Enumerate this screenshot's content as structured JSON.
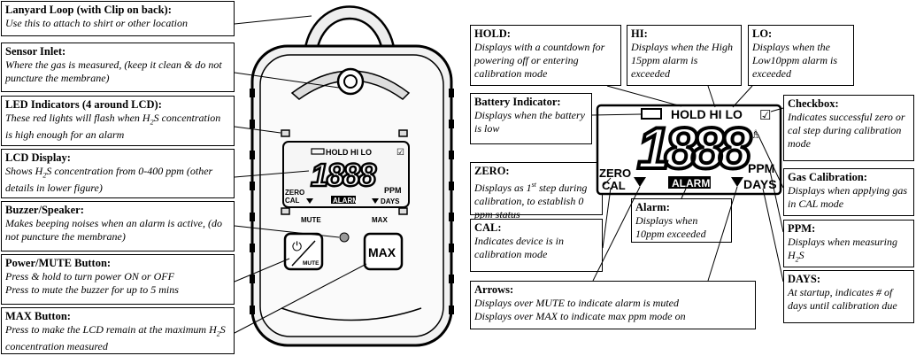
{
  "left_callouts": [
    {
      "key": "lanyard",
      "title": "Lanyard Loop (with Clip on back):",
      "desc": "Use this to attach to shirt or other location"
    },
    {
      "key": "sensor",
      "title": "Sensor Inlet:",
      "desc": "Where the gas is measured, (keep it clean & do not puncture the membrane)"
    },
    {
      "key": "led",
      "title": "LED Indicators (4 around LCD):",
      "desc_parts": [
        "These red lights will flash when H",
        "2",
        "S concentration is high enough for an alarm"
      ]
    },
    {
      "key": "lcd",
      "title": "LCD Display:",
      "desc_parts": [
        "Shows H",
        "2",
        "S concentration from 0-400 ppm (other details in lower figure)"
      ]
    },
    {
      "key": "buzzer",
      "title": "Buzzer/Speaker:",
      "desc": "Makes beeping noises when an alarm is active, (do not puncture the membrane)"
    },
    {
      "key": "power",
      "title": "Power/MUTE Button:",
      "desc1": "Press & hold to turn power ON or OFF",
      "desc2": "Press to mute the buzzer for up to 5 mins"
    },
    {
      "key": "max",
      "title": "MAX Button:",
      "desc_parts": [
        "Press to make the LCD remain at the maximum H",
        "2",
        "S concentration measured"
      ]
    }
  ],
  "right_callouts": {
    "hold": {
      "title": "HOLD:",
      "desc": "Displays with a countdown for powering off or entering calibration mode"
    },
    "hi": {
      "title": "HI:",
      "desc": "Displays when the High 15ppm alarm is exceeded"
    },
    "lo": {
      "title": "LO:",
      "desc": "Displays when the Low10ppm alarm is exceeded"
    },
    "battery": {
      "title": "Battery Indicator:",
      "desc": "Displays when the battery is low"
    },
    "checkbox": {
      "title": "Checkbox:",
      "desc": "Indicates successful zero or cal step during calibration mode"
    },
    "zero": {
      "title": "ZERO:",
      "desc_a": "Displays as 1",
      "desc_sup": "st",
      "desc_b": " step during calibration, to establish 0 ppm status"
    },
    "gascal": {
      "title": "Gas Calibration:",
      "desc": "Displays when applying gas in CAL mode"
    },
    "alarm": {
      "title": "Alarm:",
      "desc": "Displays when 10ppm exceeded"
    },
    "cal": {
      "title": "CAL:",
      "desc": "Indicates device is in calibration mode"
    },
    "ppm": {
      "title": "PPM:",
      "desc_a": "Displays when measuring H",
      "desc_sub": "2",
      "desc_b": "S"
    },
    "arrows": {
      "title": "Arrows:",
      "desc1": "Displays over MUTE to indicate alarm is muted",
      "desc2": "Displays over MAX to indicate max ppm mode on"
    },
    "days": {
      "title": "DAYS:",
      "desc": "At startup, indicates # of days until calibration due"
    }
  },
  "device": {
    "lcd_top": "HOLD HI LO",
    "digits": "1888",
    "zero": "ZERO",
    "cal": "CAL",
    "alarm": "ALARM",
    "ppm": "PPM",
    "days": "DAYS",
    "mute_label": "MUTE",
    "max_label": "MAX",
    "btn_mute": "MUTE",
    "btn_max": "MAX"
  },
  "big_lcd": {
    "top": "HOLD HI LO",
    "digits": "1888",
    "zero": "ZERO",
    "cal": "CAL",
    "alarm": "ALARM",
    "ppm": "PPM",
    "days": "DAYS"
  }
}
